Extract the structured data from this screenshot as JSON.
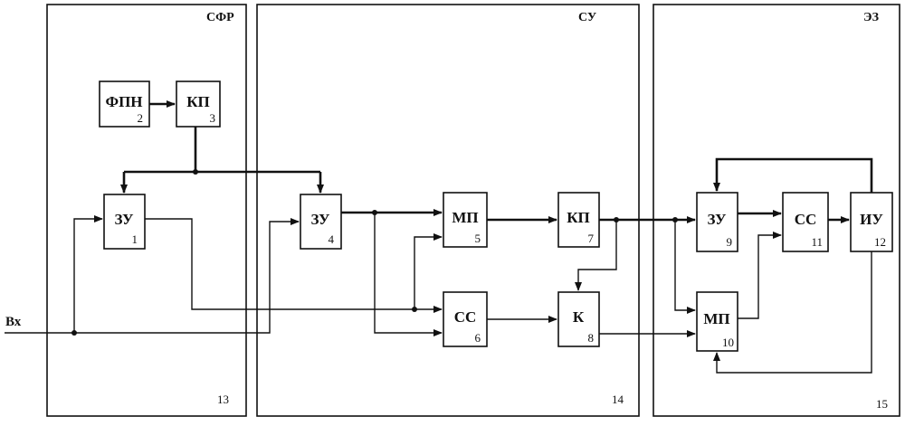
{
  "sections": [
    {
      "title": "СФР",
      "number": "13"
    },
    {
      "title": "СУ",
      "number": "14"
    },
    {
      "title": "ЭЗ",
      "number": "15"
    }
  ],
  "blocks": {
    "fpn2": {
      "label": "ФПН",
      "number": "2"
    },
    "kp3": {
      "label": "КП",
      "number": "3"
    },
    "zu1": {
      "label": "ЗУ",
      "number": "1"
    },
    "zu4": {
      "label": "ЗУ",
      "number": "4"
    },
    "mp5": {
      "label": "МП",
      "number": "5"
    },
    "cc6": {
      "label": "СС",
      "number": "6"
    },
    "kp7": {
      "label": "КП",
      "number": "7"
    },
    "k8": {
      "label": "К",
      "number": "8"
    },
    "zu9": {
      "label": "ЗУ",
      "number": "9"
    },
    "mp10": {
      "label": "МП",
      "number": "10"
    },
    "cc11": {
      "label": "СС",
      "number": "11"
    },
    "iu12": {
      "label": "ИУ",
      "number": "12"
    }
  },
  "input_label": "Вх"
}
